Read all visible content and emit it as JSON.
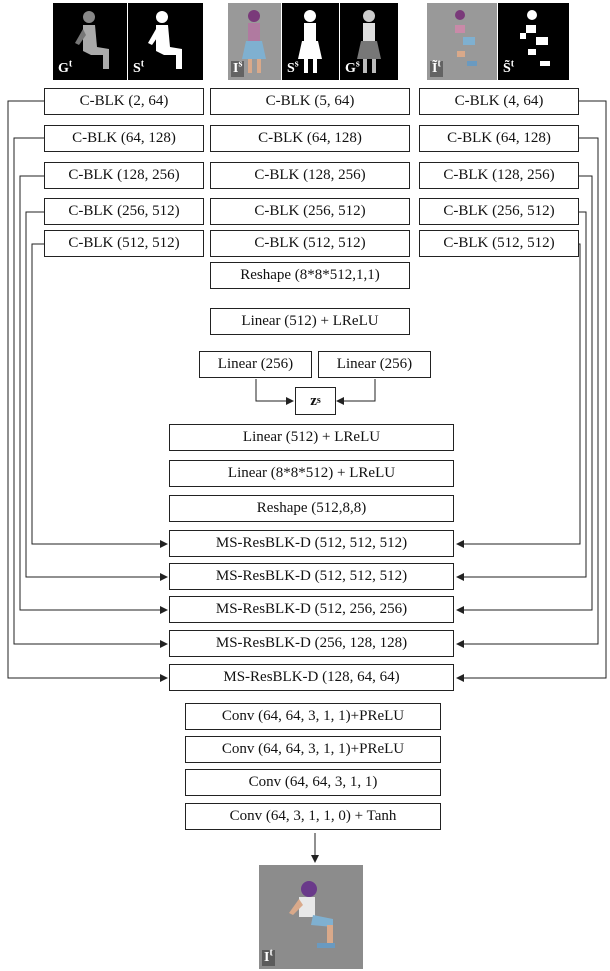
{
  "inputs": {
    "target": {
      "labels": [
        "G",
        "S"
      ],
      "sup": [
        "t",
        "t"
      ]
    },
    "source": {
      "labels": [
        "I",
        "S",
        "G"
      ],
      "sup": [
        "s",
        "s",
        "s"
      ]
    },
    "warped": {
      "labels": [
        "Ĩ",
        "S̃"
      ],
      "sup": [
        "t",
        "t"
      ]
    }
  },
  "encoders": {
    "left": [
      "C-BLK (2, 64)",
      "C-BLK (64, 128)",
      "C-BLK (128, 256)",
      "C-BLK (256, 512)",
      "C-BLK (512, 512)"
    ],
    "middle": [
      "C-BLK (5, 64)",
      "C-BLK (64, 128)",
      "C-BLK (128, 256)",
      "C-BLK (256, 512)",
      "C-BLK (512, 512)"
    ],
    "right": [
      "C-BLK (4, 64)",
      "C-BLK (64, 128)",
      "C-BLK (128, 256)",
      "C-BLK (256, 512)",
      "C-BLK (512, 512)"
    ]
  },
  "bottleneck": {
    "reshape1": "Reshape (8*8*512,1,1)",
    "linear512": "Linear (512) + LReLU",
    "linear256a": "Linear (256)",
    "linear256b": "Linear (256)",
    "z_main": "z",
    "z_sup": "s",
    "linear512b": "Linear (512) + LReLU",
    "linear_big": "Linear (8*8*512) + LReLU",
    "reshape2": "Reshape (512,8,8)"
  },
  "decoders": [
    "MS-ResBLK-D (512, 512, 512)",
    "MS-ResBLK-D (512, 512, 512)",
    "MS-ResBLK-D (512, 256, 256)",
    "MS-ResBLK-D (256, 128, 128)",
    "MS-ResBLK-D (128, 64, 64)"
  ],
  "convs": [
    "Conv (64, 64, 3, 1, 1)+PReLU",
    "Conv (64, 64, 3, 1, 1)+PReLU",
    "Conv (64, 64, 3, 1, 1)",
    "Conv (64, 3, 1, 1, 0) + Tanh"
  ],
  "output": {
    "label": "I",
    "sup": "t"
  }
}
